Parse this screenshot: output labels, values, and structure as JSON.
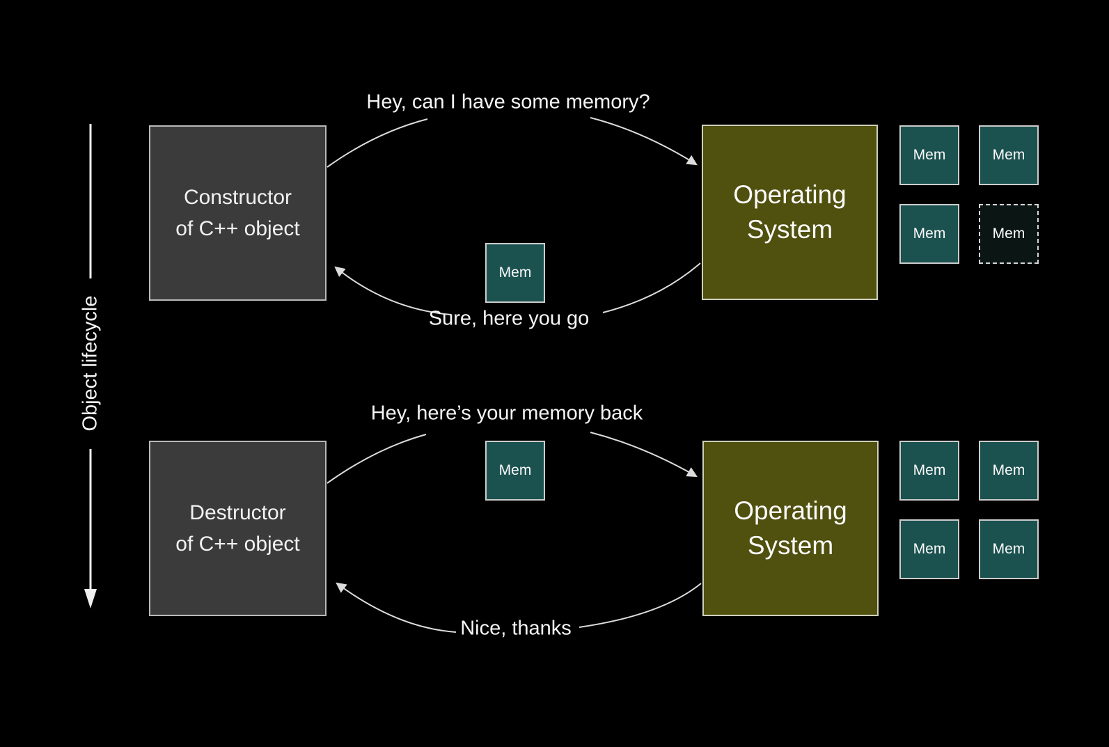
{
  "page": {
    "background": "#000000",
    "kind": "slide-diagram"
  },
  "axis": {
    "label": "Object lifecycle",
    "direction": "top-to-bottom"
  },
  "top_flow": {
    "actor": {
      "line1": "Constructor",
      "line2": "of C++ object"
    },
    "os": {
      "line1": "Operating",
      "line2": "System"
    },
    "request_caption": "Hey, can I have some memory?",
    "response_caption": "Sure, here you go",
    "transfer_mem": {
      "label": "Mem"
    },
    "os_mem_slots": [
      {
        "label": "Mem",
        "state": "owned"
      },
      {
        "label": "Mem",
        "state": "owned"
      },
      {
        "label": "Mem",
        "state": "owned"
      },
      {
        "label": "Mem",
        "state": "given-away"
      }
    ]
  },
  "bottom_flow": {
    "actor": {
      "line1": "Destructor",
      "line2": "of C++ object"
    },
    "os": {
      "line1": "Operating",
      "line2": "System"
    },
    "request_caption": "Hey, here’s your memory back",
    "response_caption": "Nice, thanks",
    "transfer_mem": {
      "label": "Mem"
    },
    "os_mem_slots": [
      {
        "label": "Mem",
        "state": "owned"
      },
      {
        "label": "Mem",
        "state": "owned"
      },
      {
        "label": "Mem",
        "state": "owned"
      },
      {
        "label": "Mem",
        "state": "owned"
      }
    ]
  },
  "colors": {
    "actor_box_fill": "#3b3b3b",
    "os_box_fill": "#50500f",
    "mem_box_fill": "#1b514f",
    "mem_dashed_fill": "#0a1514",
    "line": "#dcdcdc",
    "text": "#f5f5f5"
  }
}
